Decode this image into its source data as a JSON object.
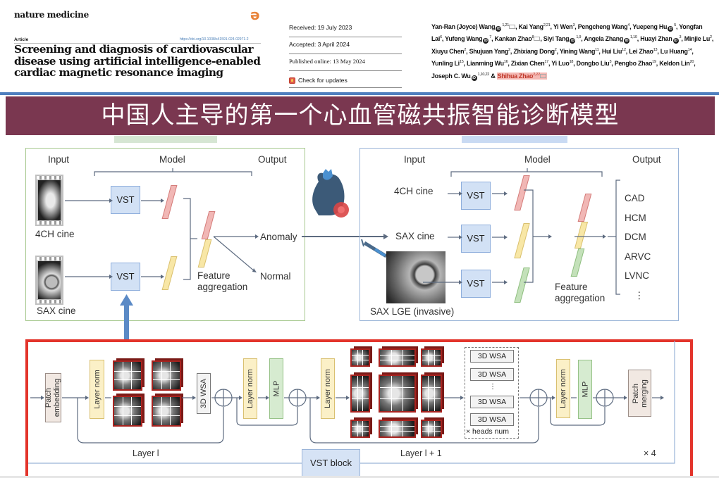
{
  "header": {
    "journal": "nature medicine",
    "open_access_icon": "open-access-icon",
    "article_type": "Article",
    "doi": "https://doi.org/10.1038/s41591-024-02971-2",
    "title": "Screening and diagnosis of cardiovascular disease using artificial intelligence-enabled cardiac magnetic resonance imaging"
  },
  "dates": {
    "received": "Received: 19 July 2023",
    "accepted": "Accepted: 3 April 2024",
    "published": "Published online: 13 May 2024",
    "check_updates": "Check for updates"
  },
  "authors": [
    {
      "name": "Yan-Ran (Joyce) Wang",
      "orcid": true,
      "aff": "1,21",
      "mail": true
    },
    {
      "name": "Kai Yang",
      "aff": "2,21"
    },
    {
      "name": "Yi Wen",
      "aff": "3"
    },
    {
      "name": "Pengcheng Wang",
      "aff": "4"
    },
    {
      "name": "Yuepeng Hu",
      "orcid": true,
      "aff": "5"
    },
    {
      "name": "Yongfan Lai",
      "aff": "6"
    },
    {
      "name": "Yufeng Wang",
      "orcid": true,
      "aff": "7"
    },
    {
      "name": "Kankan Zhao",
      "aff": "8",
      "mail": true
    },
    {
      "name": "Siyi Tang",
      "orcid": true,
      "aff": "1,9"
    },
    {
      "name": "Angela Zhang",
      "orcid": true,
      "aff": "1,10"
    },
    {
      "name": "Huayi Zhan",
      "orcid": true,
      "aff": "3"
    },
    {
      "name": "Minjie Lu",
      "aff": "2"
    },
    {
      "name": "Xiuyu Chen",
      "aff": "2"
    },
    {
      "name": "Shujuan Yang",
      "aff": "2"
    },
    {
      "name": "Zhixiang Dong",
      "aff": "2"
    },
    {
      "name": "Yining Wang",
      "aff": "11"
    },
    {
      "name": "Hui Liu",
      "aff": "12"
    },
    {
      "name": "Lei Zhao",
      "aff": "13"
    },
    {
      "name": "Lu Huang",
      "aff": "14"
    },
    {
      "name": "Yunling Li",
      "aff": "15"
    },
    {
      "name": "Lianming Wu",
      "aff": "16"
    },
    {
      "name": "Zixian Chen",
      "aff": "17"
    },
    {
      "name": "Yi Luo",
      "aff": "18"
    },
    {
      "name": "Dongbo Liu",
      "aff": "3"
    },
    {
      "name": "Pengbo Zhao",
      "aff": "19"
    },
    {
      "name": "Keldon Lin",
      "aff": "20"
    },
    {
      "name": "Joseph C. Wu",
      "orcid": true,
      "aff": "1,10,22"
    },
    {
      "name": "Shihua Zhao",
      "aff": "2,22",
      "mail": true,
      "highlight": true
    }
  ],
  "banner": {
    "text": "中国人主导的第一个心血管磁共振智能诊断模型",
    "color": "#7a3750"
  },
  "panel_screening": {
    "input_label": "Input",
    "model_label": "Model",
    "output_label": "Output",
    "input_4ch": "4CH cine",
    "input_sax": "SAX cine",
    "vst": "VST",
    "feature_aggregation": [
      "Feature",
      "aggregation"
    ],
    "anomaly": "Anomaly",
    "normal": "Normal"
  },
  "panel_diagnosis": {
    "input_label": "Input",
    "model_label": "Model",
    "output_label": "Output",
    "inputs": [
      "4CH cine",
      "SAX cine"
    ],
    "lge_label": "SAX LGE (invasive)",
    "vst": "VST",
    "feature_aggregation": [
      "Feature",
      "aggregation"
    ],
    "outputs": [
      "CAD",
      "HCM",
      "DCM",
      "ARVC",
      "LVNC",
      "⋮"
    ]
  },
  "panel_vst": {
    "patch_embedding": [
      "Patch",
      "embedding"
    ],
    "layer_norm": "Layer norm",
    "wsa": "3D WSA",
    "mlp": "MLP",
    "heads_num": "× heads num",
    "wsa_ellipsis": "⋮",
    "patch_merging": [
      "Patch",
      "merging"
    ],
    "layer_l": "Layer l",
    "layer_l1": "Layer l + 1",
    "repeat": "× 4",
    "vst_block": "VST block"
  },
  "colors": {
    "accent_red": "#e3342b",
    "screen_panel": "#a7c98f",
    "diag_panel": "#9ab4d8",
    "highlight": "#f4b9b4"
  }
}
